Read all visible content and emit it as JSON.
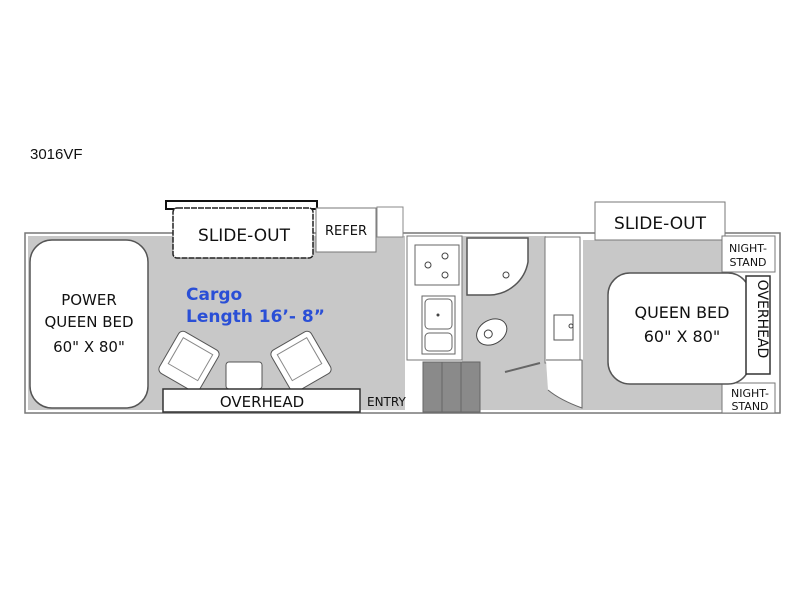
{
  "model": "3016VF",
  "rooms": {
    "slide_out_left": "SLIDE-OUT",
    "refer": "REFER",
    "power_bed": {
      "line1": "POWER",
      "line2": "QUEEN BED",
      "line3": "60\" X 80\""
    },
    "cargo": {
      "line1": "Cargo",
      "line2": "Length 16’- 8”"
    },
    "overhead_bottom": "OVERHEAD",
    "entry": "ENTRY",
    "slide_out_right": "SLIDE-OUT",
    "nightstand_top": {
      "line1": "NIGHT-",
      "line2": "STAND"
    },
    "nightstand_bottom": {
      "line1": "NIGHT-",
      "line2": "STAND"
    },
    "queen_bed": {
      "line1": "QUEEN BED",
      "line2": "60\" X 80\""
    },
    "overhead_right": "OVERHEAD"
  },
  "colors": {
    "floor": "#c8c8c8",
    "cargo_text": "#2a4fd6",
    "steps": "#8a8a8a"
  }
}
